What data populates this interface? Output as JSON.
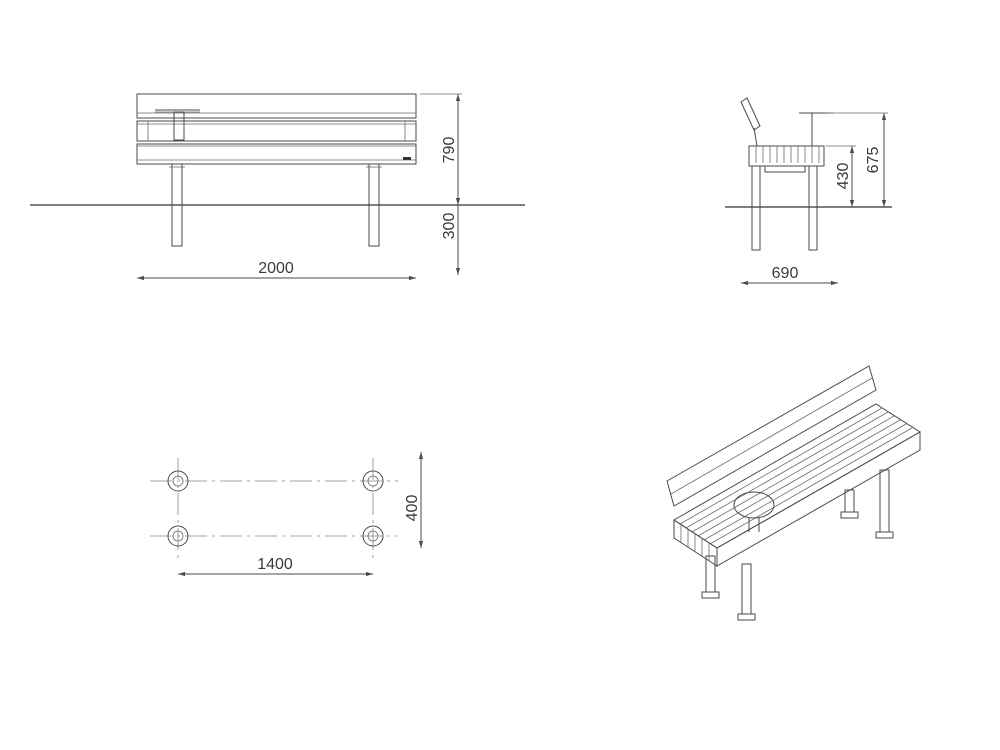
{
  "front_view": {
    "length": "2000",
    "height": "790",
    "depth": "300"
  },
  "side_view": {
    "width": "690",
    "seat_height": "430",
    "table_height": "675"
  },
  "plan_view": {
    "spacing_x": "1400",
    "spacing_y": "400"
  },
  "colors": {
    "line": "#4a4a4a",
    "dim_text": "#3a3a3a",
    "background": "#ffffff"
  }
}
